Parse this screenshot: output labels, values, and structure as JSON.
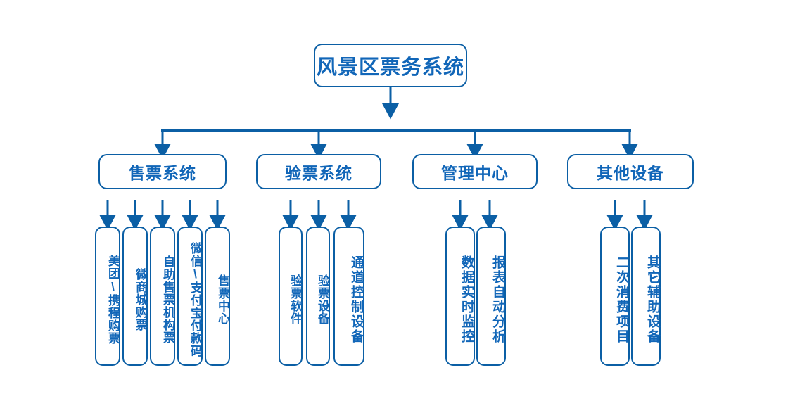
{
  "diagram": {
    "type": "hierarchy-tree",
    "title_node": "风景区票务系统",
    "colors": {
      "border": "#0b5fa5",
      "text": "#1166b8",
      "connector": "#0b5fa5",
      "background": "#ffffff"
    },
    "root": {
      "label": "风景区票务系统"
    },
    "branches": [
      {
        "label": "售票系统",
        "leaves": [
          {
            "label": "美团\\携程购票"
          },
          {
            "label": "微商城购票"
          },
          {
            "label": "自助售票机构票"
          },
          {
            "label": "微信\\支付宝付款码"
          },
          {
            "label": "售票中心"
          }
        ]
      },
      {
        "label": "验票系统",
        "leaves": [
          {
            "label": "验票软件"
          },
          {
            "label": "验票设备"
          },
          {
            "label": "通道控制设备"
          }
        ]
      },
      {
        "label": "管理中心",
        "leaves": [
          {
            "label": "数据实时监控"
          },
          {
            "label": "报表自动分析"
          }
        ]
      },
      {
        "label": "其他设备",
        "leaves": [
          {
            "label": "二次消费项目"
          },
          {
            "label": "其它辅助设备"
          }
        ]
      }
    ]
  }
}
